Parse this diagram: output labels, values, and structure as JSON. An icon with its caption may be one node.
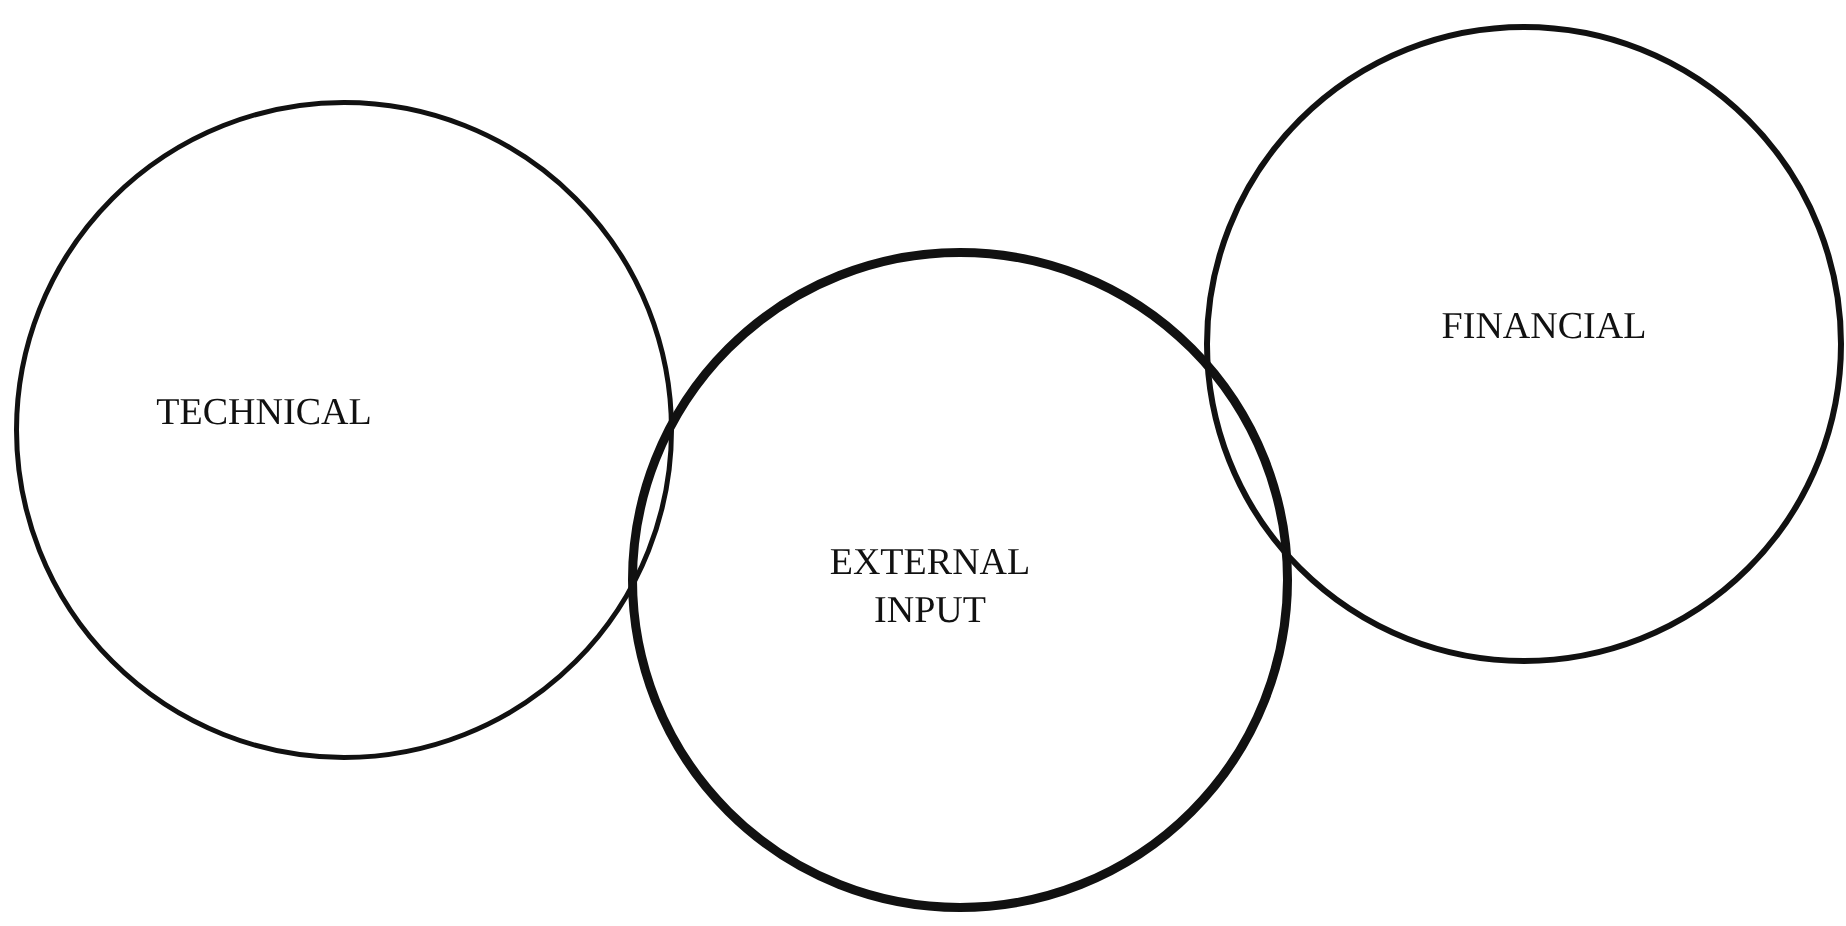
{
  "diagram": {
    "nodes": [
      {
        "text": [
          "TECHNICAL"
        ]
      },
      {
        "text": [
          "EXTERNAL INPUT"
        ]
      },
      {
        "text": [
          "FINANCIAL"
        ]
      }
    ]
  }
}
